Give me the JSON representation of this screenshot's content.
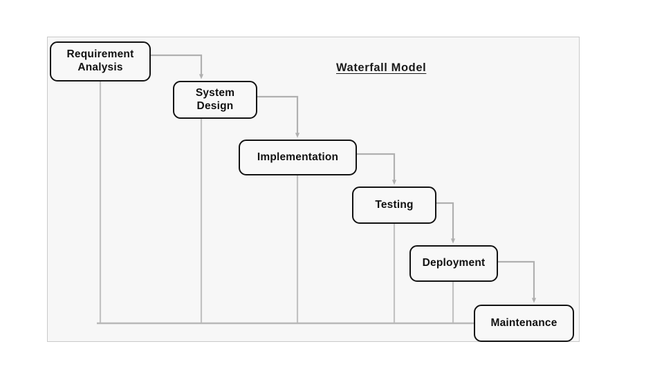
{
  "diagram": {
    "title": "Waterfall Model",
    "type": "waterfall-model-flowchart",
    "canvas": {
      "background_color": "#f7f7f7",
      "border_color": "#c9c9c9"
    },
    "colors": {
      "box_border": "#121212",
      "box_fill": "#f8f8f8",
      "text": "#111111",
      "connector": "#b0b0b0",
      "baseline": "#b8b8b8"
    },
    "stages": [
      {
        "id": "requirement-analysis",
        "label": "Requirement\nAnalysis",
        "order": 1
      },
      {
        "id": "system-design",
        "label": "System\nDesign",
        "order": 2
      },
      {
        "id": "implementation",
        "label": "Implementation",
        "order": 3
      },
      {
        "id": "testing",
        "label": "Testing",
        "order": 4
      },
      {
        "id": "deployment",
        "label": "Deployment",
        "order": 5
      },
      {
        "id": "maintenance",
        "label": "Maintenance",
        "order": 6
      }
    ],
    "connections": [
      {
        "from": "requirement-analysis",
        "to": "system-design",
        "style": "elbow-arrow"
      },
      {
        "from": "system-design",
        "to": "implementation",
        "style": "elbow-arrow"
      },
      {
        "from": "implementation",
        "to": "testing",
        "style": "elbow-arrow"
      },
      {
        "from": "testing",
        "to": "deployment",
        "style": "elbow-arrow"
      },
      {
        "from": "deployment",
        "to": "maintenance",
        "style": "elbow-arrow"
      }
    ],
    "baseline_drops": [
      "requirement-analysis",
      "system-design",
      "implementation",
      "testing",
      "deployment"
    ]
  }
}
